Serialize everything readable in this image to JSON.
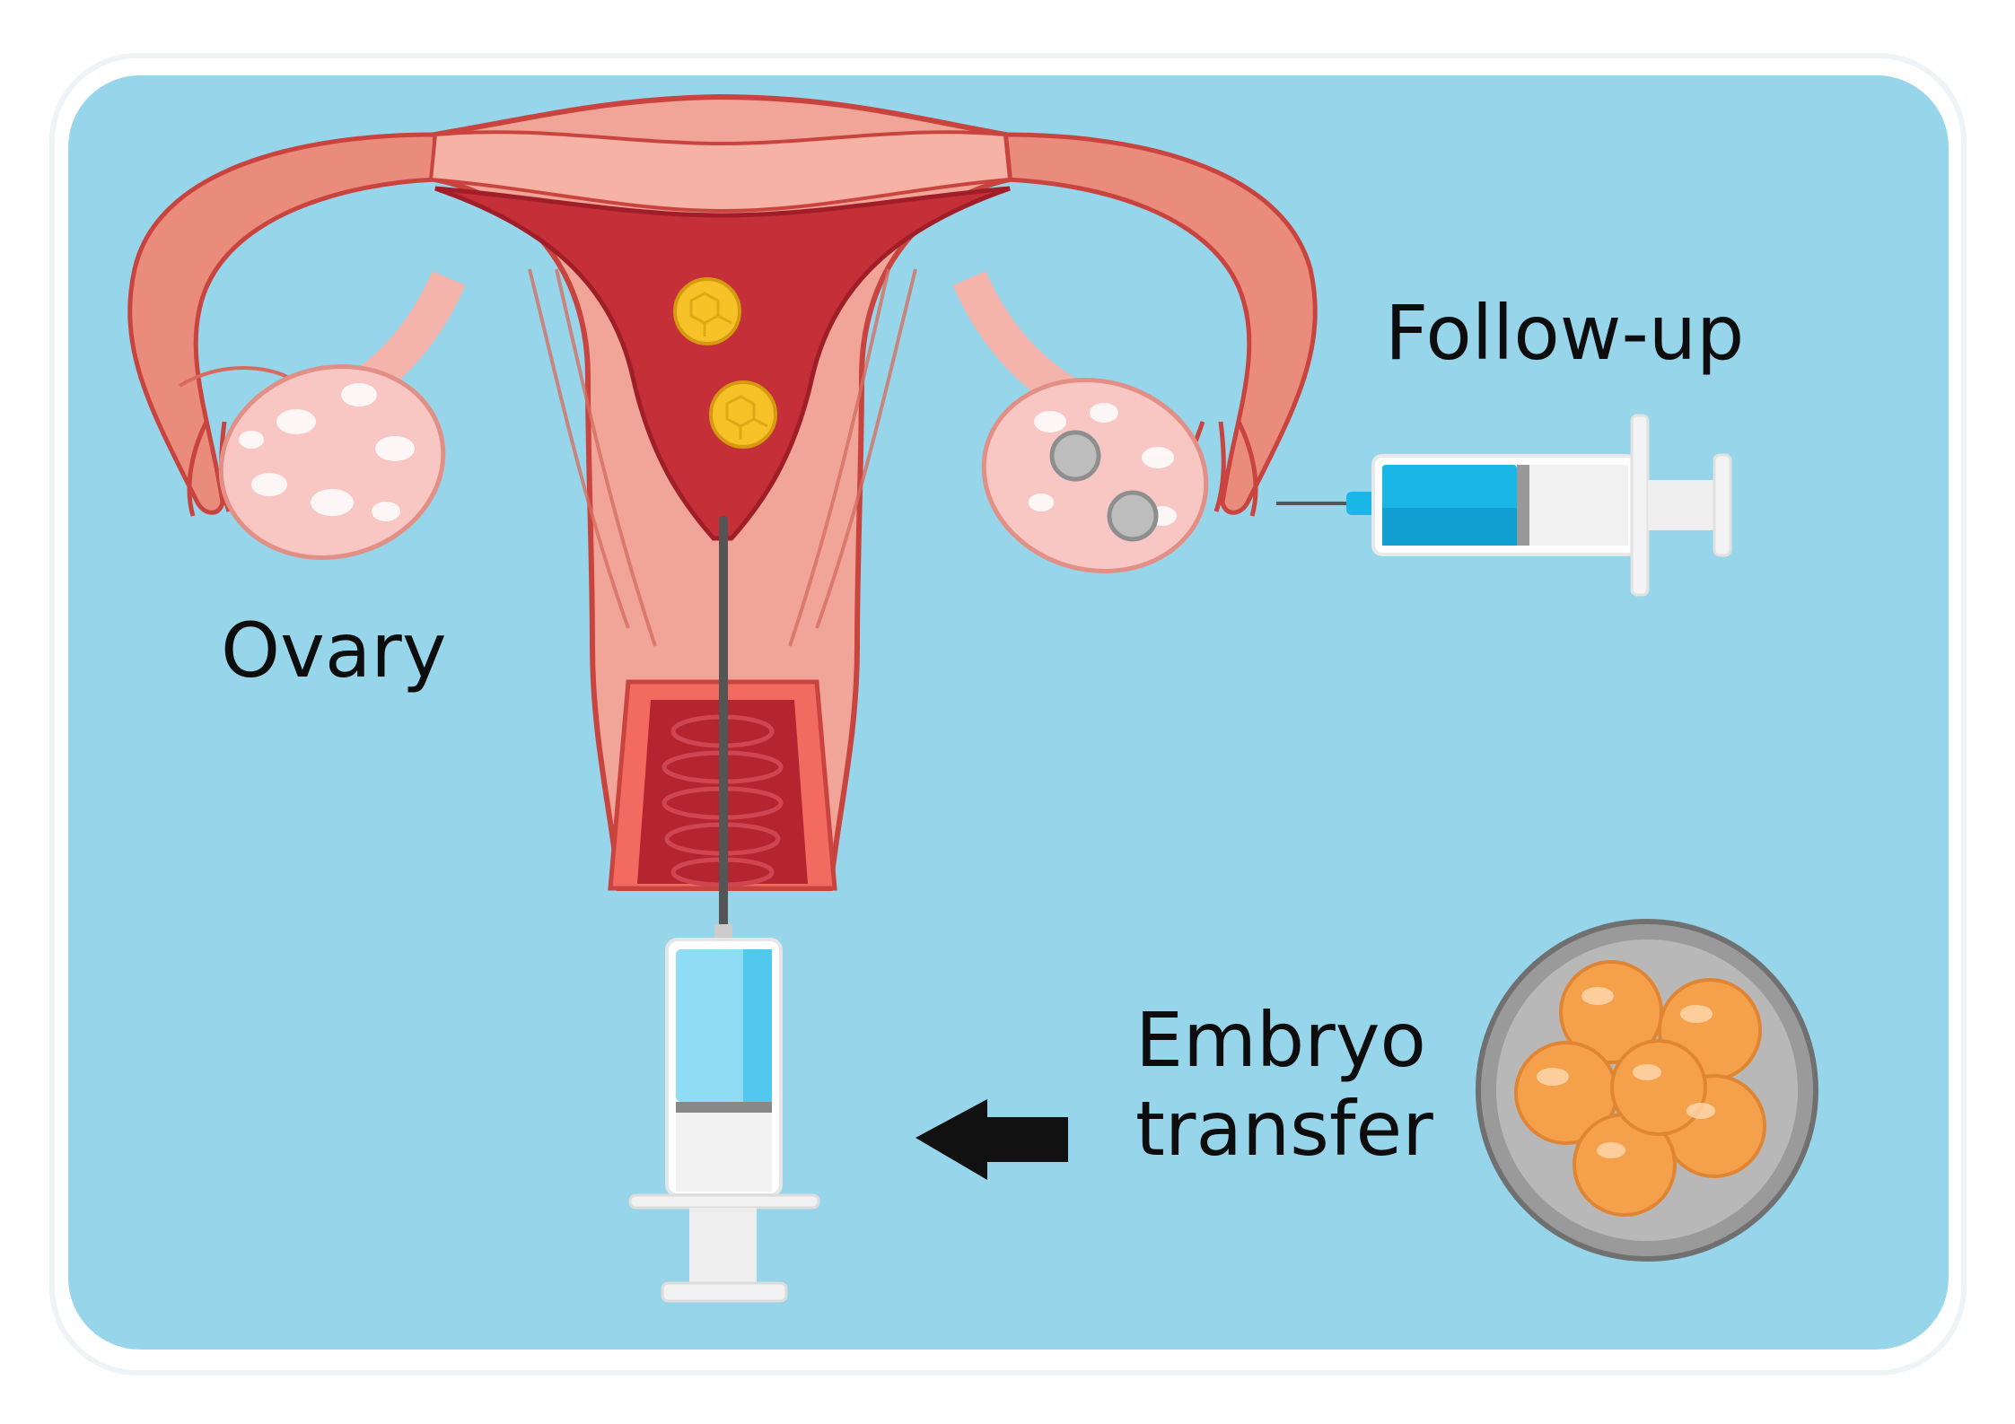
{
  "labels": {
    "ovary": "Ovary",
    "follow_up": "Follow-up",
    "embryo_line1": "Embryo",
    "embryo_line2": "transfer"
  },
  "colors": {
    "background_panel": "#97d5ea",
    "uterus_outer": "#f0a598",
    "uterus_outline": "#c9443f",
    "uterine_cavity": "#b5252f",
    "ovary_fill": "#f8c7c3",
    "embryo_gold": "#f6c228",
    "syringe_blue": "#1ab6e6",
    "embryo_orange": "#f5a14c",
    "dish_gray": "#9a9a9a",
    "arrow_black": "#111111"
  },
  "icons": [
    "uterus-icon",
    "left-ovary-icon",
    "right-ovary-icon",
    "catheter-syringe-icon",
    "follow-up-syringe-icon",
    "petri-dish-icon",
    "left-arrow-icon"
  ]
}
